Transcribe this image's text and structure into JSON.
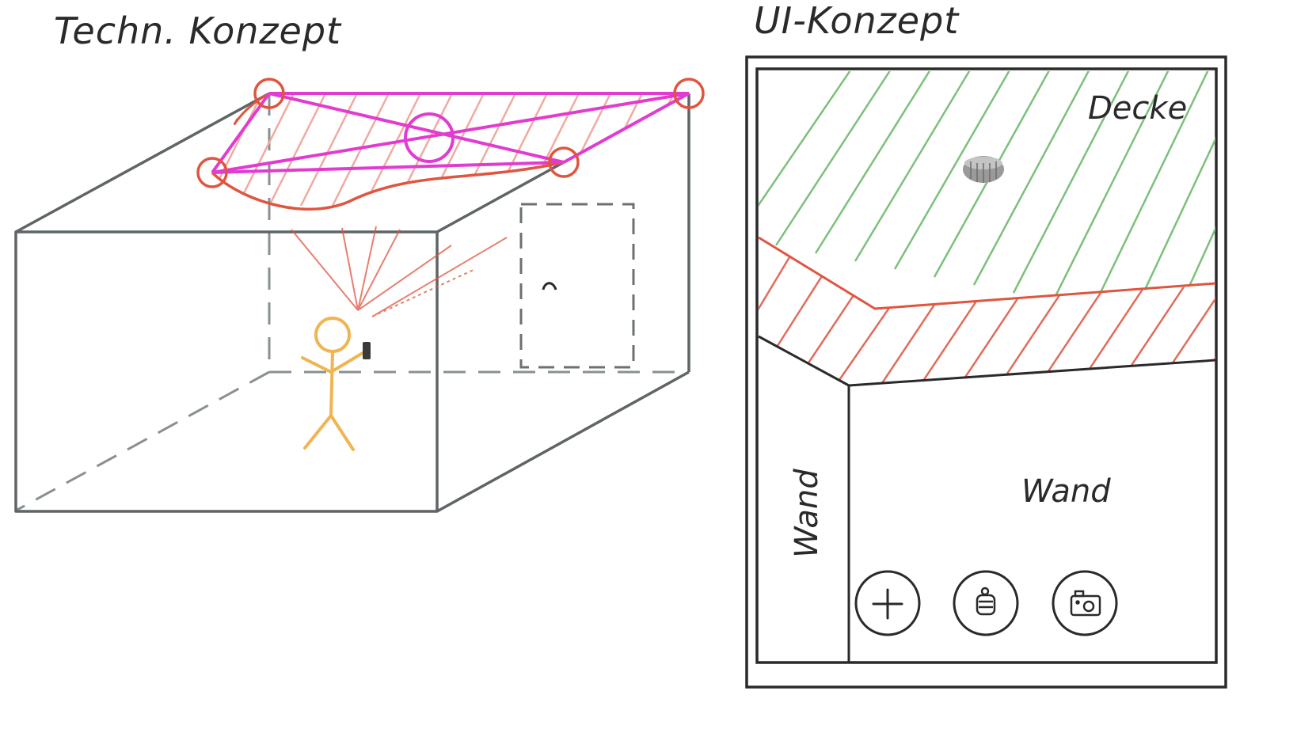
{
  "left_panel": {
    "title": "Techn. Konzept"
  },
  "right_panel": {
    "title": "UI-Konzept",
    "labels": {
      "ceiling": "Decke",
      "wall_left": "Wand",
      "wall_front": "Wand"
    },
    "buttons": [
      {
        "icon": "plus-icon"
      },
      {
        "icon": "jar-icon"
      },
      {
        "icon": "camera-icon"
      }
    ]
  },
  "colors": {
    "ink": "#2a2a2a",
    "box_edges": "#5f6466",
    "hidden_edges": "#8a8f91",
    "ceiling_outline": "#e0553f",
    "ceiling_hatch": "#f2a9a0",
    "network_magenta": "#e23bd0",
    "person": "#f0b451",
    "green_hatch": "#7cc07a",
    "red_hatch": "#e26b5a"
  }
}
